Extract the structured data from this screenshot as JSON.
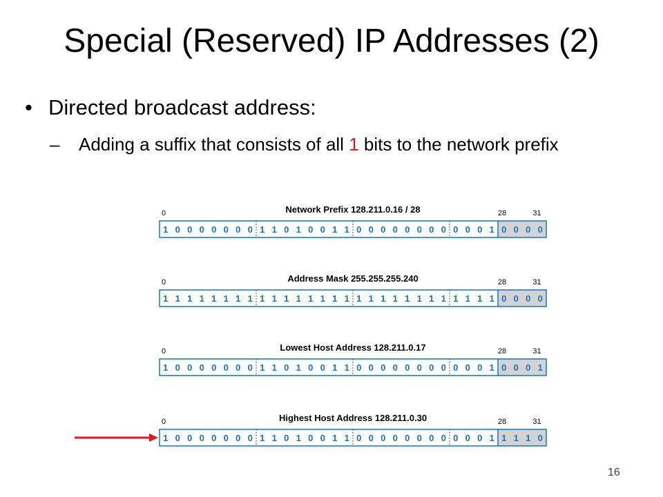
{
  "slide": {
    "title": "Special (Reserved) IP Addresses (2)",
    "bullet": "Directed broadcast address:",
    "sub_dash": "–",
    "sub_before": "Adding a suffix that consists of all ",
    "sub_highlight": "1",
    "sub_after": " bits to the network prefix",
    "page_number": "16",
    "highlight_color": "#e0191f",
    "arrow_color": "#e0191f"
  },
  "diagram": {
    "bit_color": "#1a73b8",
    "suffix_fill": "#d3d3d3",
    "index_labels": [
      "0",
      "28",
      "31"
    ],
    "rows": [
      {
        "label": "Network Prefix 128.211.0.16 / 28",
        "bits": "10000000110100110000000000010000",
        "arrow": false
      },
      {
        "label": "Address Mask 255.255.255.240",
        "bits": "11111111111111111111111111110000",
        "arrow": false
      },
      {
        "label": "Lowest Host Address 128.211.0.17",
        "bits": "10000000110100110000000000010001",
        "arrow": false
      },
      {
        "label": "Highest Host Address 128.211.0.30",
        "bits": "10000000110100110000000000011110",
        "arrow": true
      }
    ]
  }
}
